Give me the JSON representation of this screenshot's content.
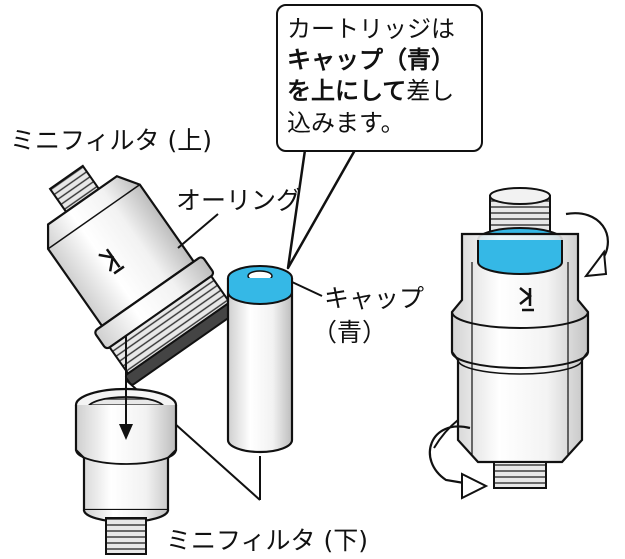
{
  "callout": {
    "line1": "カートリッジは",
    "line2_bold": "キャップ（青）",
    "line3_bold": "を上にして",
    "line3_rest": "差し",
    "line4": "込みます。"
  },
  "labels": {
    "mini_filter_top": "ミニフィルタ (上)",
    "o_ring": "オーリング",
    "cap_line1": "キャップ",
    "cap_line2": "（青）",
    "mini_filter_bottom": "ミニフィルタ (下)"
  },
  "colors": {
    "cap_blue": "#35B8E6",
    "line": "#111111"
  },
  "icons": [
    "logo-mark-top-filter",
    "logo-mark-assembled",
    "rotate-arrow-top",
    "rotate-arrow-bottom",
    "down-arrow"
  ]
}
